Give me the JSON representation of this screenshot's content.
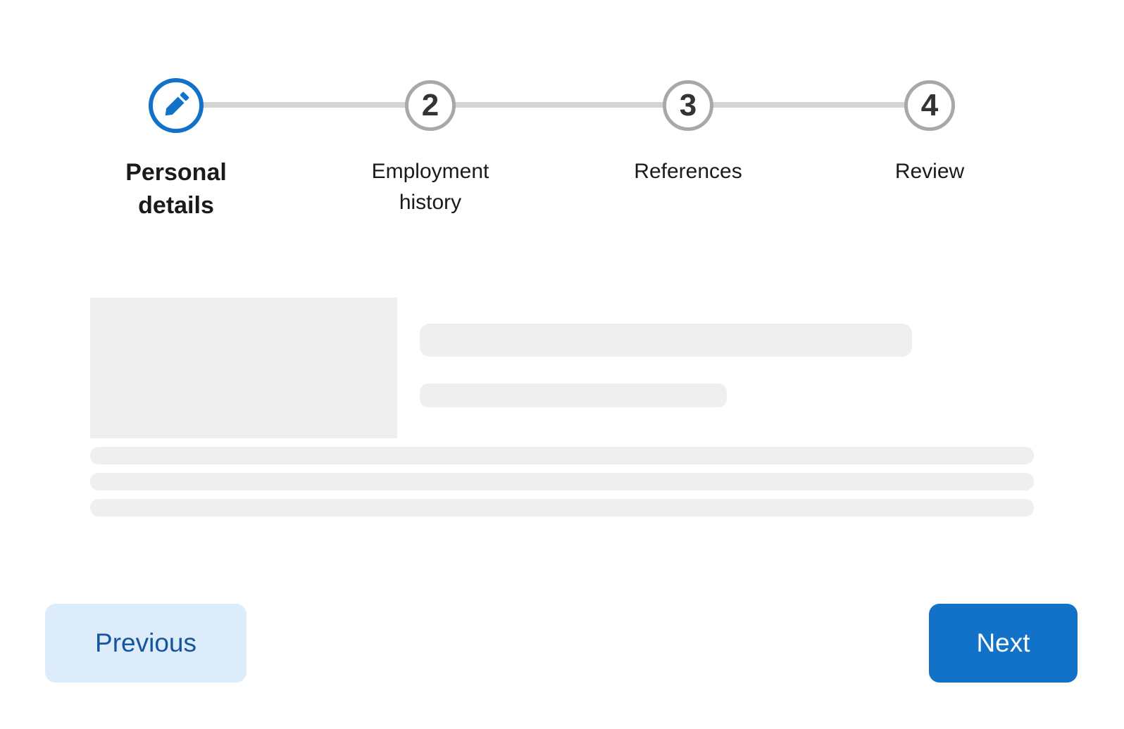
{
  "stepper": {
    "steps": [
      {
        "label": "Personal details",
        "status": "current",
        "icon": "pencil-icon",
        "number": ""
      },
      {
        "label": "Employment history",
        "status": "upcoming",
        "number": "2"
      },
      {
        "label": "References",
        "status": "upcoming",
        "number": "3"
      },
      {
        "label": "Review",
        "status": "upcoming",
        "number": "4"
      }
    ]
  },
  "footer": {
    "previous_label": "Previous",
    "next_label": "Next"
  },
  "colors": {
    "accent-blue": "#1272C8",
    "previous-bg": "#DCECFB",
    "previous-text": "#15549E",
    "next-text": "#FFFFFF",
    "circle-border-gray": "#A9A8A8",
    "step-number": "#333333",
    "connector-gray": "#D5D4D4",
    "skeleton-gray": "#F0EFEF",
    "label-text": "#1A1A1A"
  }
}
